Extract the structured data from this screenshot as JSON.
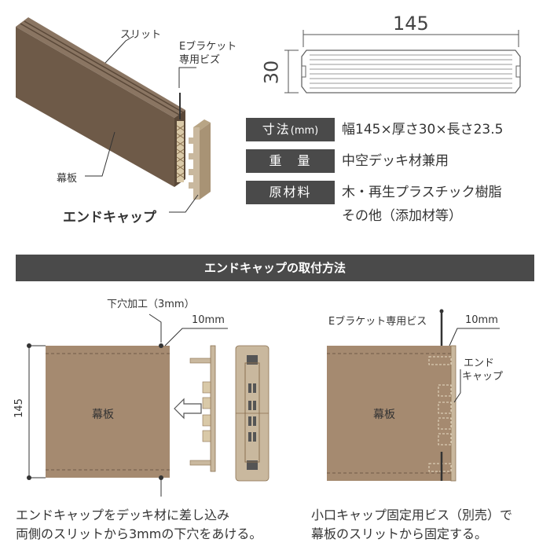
{
  "top_left": {
    "label_slit": "スリット",
    "label_bracket_screw_1": "Eブラケット",
    "label_bracket_screw_2": "専用ビズ",
    "label_board": "幕板",
    "label_endcap": "エンドキャップ"
  },
  "profile": {
    "width_label": "145",
    "height_label": "30"
  },
  "specs": [
    {
      "key": "寸法",
      "key_unit": "(mm)",
      "value": "幅145×厚さ30×長さ23.5"
    },
    {
      "key": "重　量",
      "key_unit": "",
      "value": "中空デッキ材兼用"
    },
    {
      "key": "原材料",
      "key_unit": "",
      "value": "木・再生プラスチック樹脂",
      "value2": "その他（添加材等）"
    }
  ],
  "banner_title": "エンドキャップの取付方法",
  "left_diagram": {
    "hole_label": "下穴加工（3mm）",
    "dim_10mm": "10mm",
    "dim_145": "145",
    "board_label": "幕板"
  },
  "right_diagram": {
    "screw_label": "Eブラケット専用ビス",
    "dim_10mm": "10mm",
    "endcap_label_1": "エンド",
    "endcap_label_2": "キャップ",
    "board_label": "幕板"
  },
  "captions": {
    "left_line1": "エンドキャップをデッキ材に差し込み",
    "left_line2": "両側のスリットから3mmの下穴をあける。",
    "right_line1": "小口キャップ固定用ビス（別売）で",
    "right_line2": "幕板のスリットから固定する。"
  },
  "colors": {
    "board_top": "#8a7562",
    "board_front": "#6e5a48",
    "board_body": "#a58a70",
    "dark_bar": "#4a4a4a",
    "endcap": "#c9b89e"
  }
}
